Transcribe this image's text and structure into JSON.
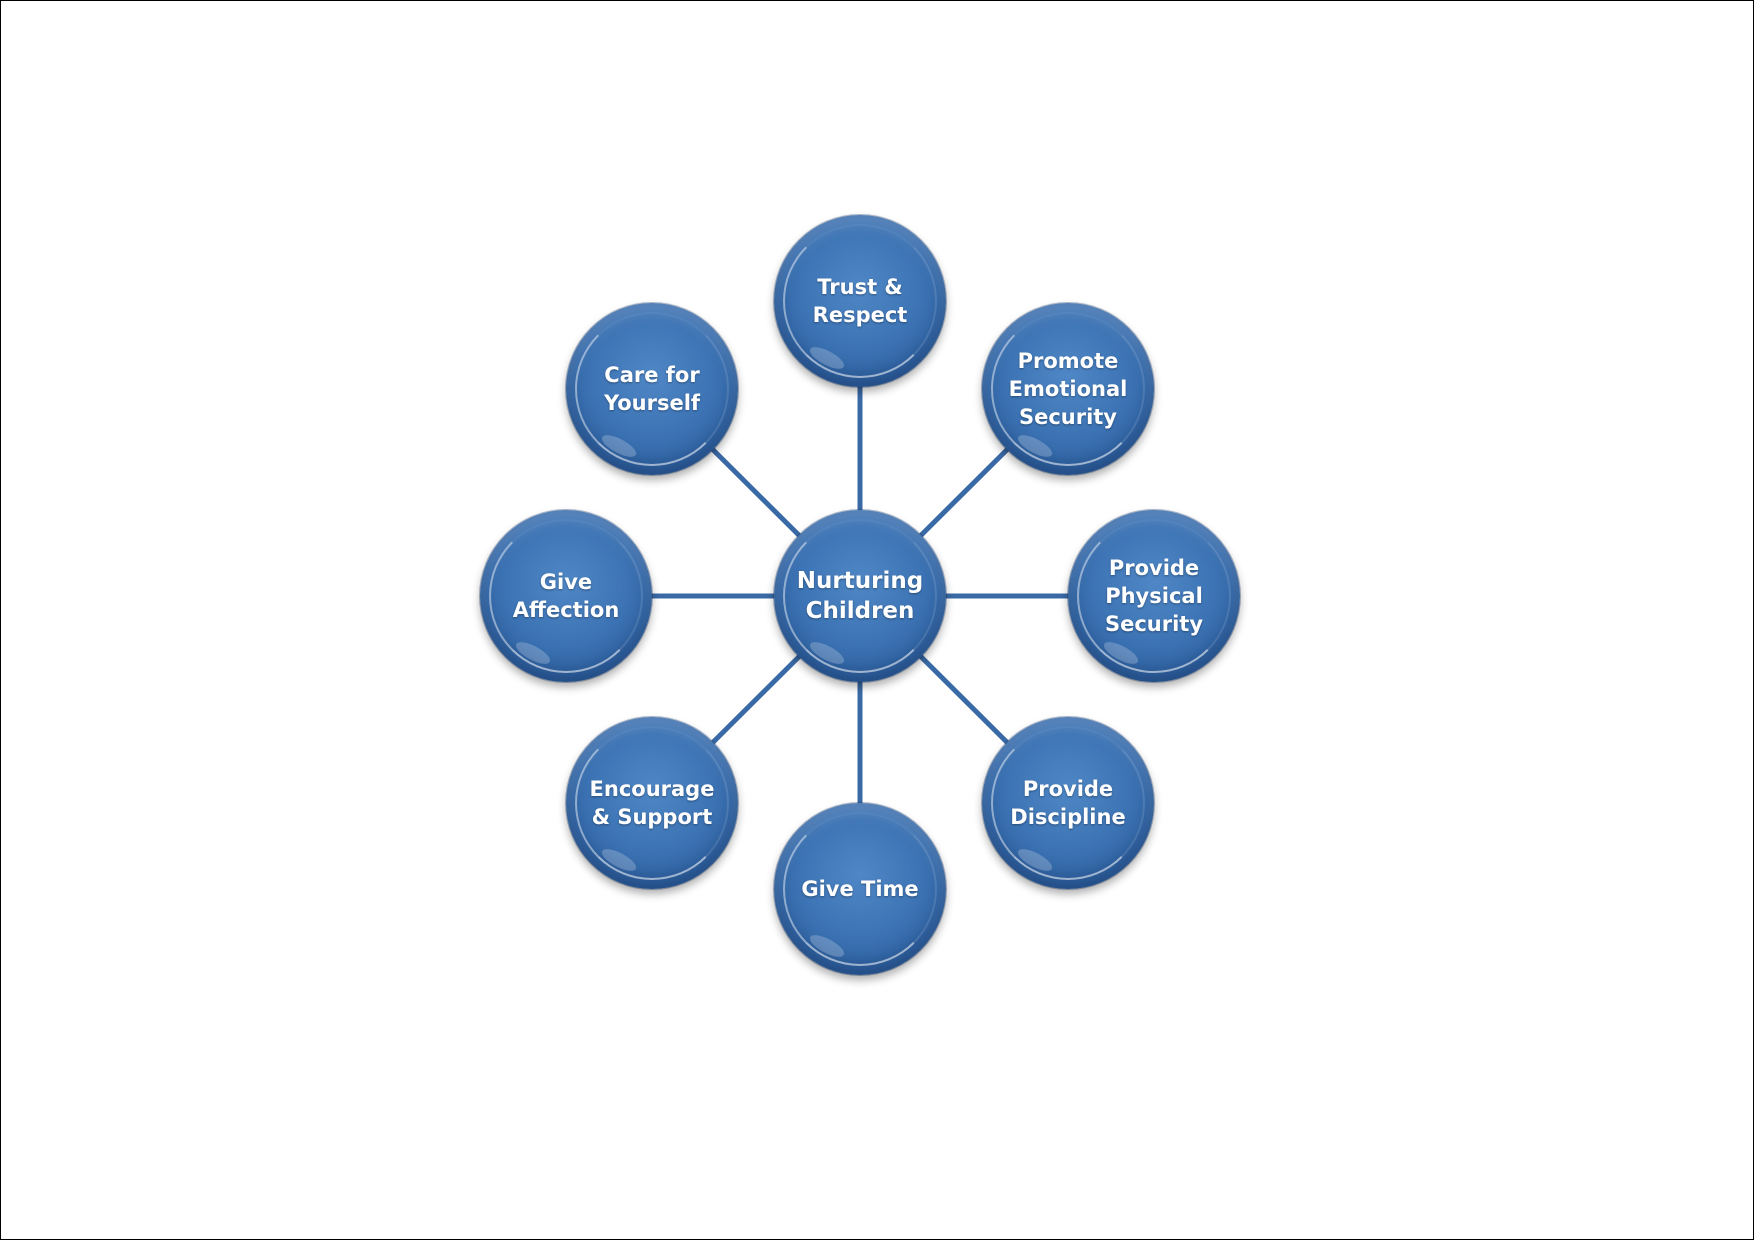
{
  "diagram": {
    "type": "radial-hub",
    "center": {
      "label": "Nurturing\nChildren"
    },
    "nodes": [
      {
        "label": "Trust &\nRespect"
      },
      {
        "label": "Promote\nEmotional\nSecurity"
      },
      {
        "label": "Provide\nPhysical\nSecurity"
      },
      {
        "label": "Provide\nDiscipline"
      },
      {
        "label": "Give Time"
      },
      {
        "label": "Encourage\n& Support"
      },
      {
        "label": "Give\nAffection"
      },
      {
        "label": "Care for\nYourself"
      }
    ],
    "colors": {
      "node_fill": "#3d74b5",
      "connector": "#3a6aa6",
      "text": "#ffffff",
      "border": "#000000"
    }
  }
}
